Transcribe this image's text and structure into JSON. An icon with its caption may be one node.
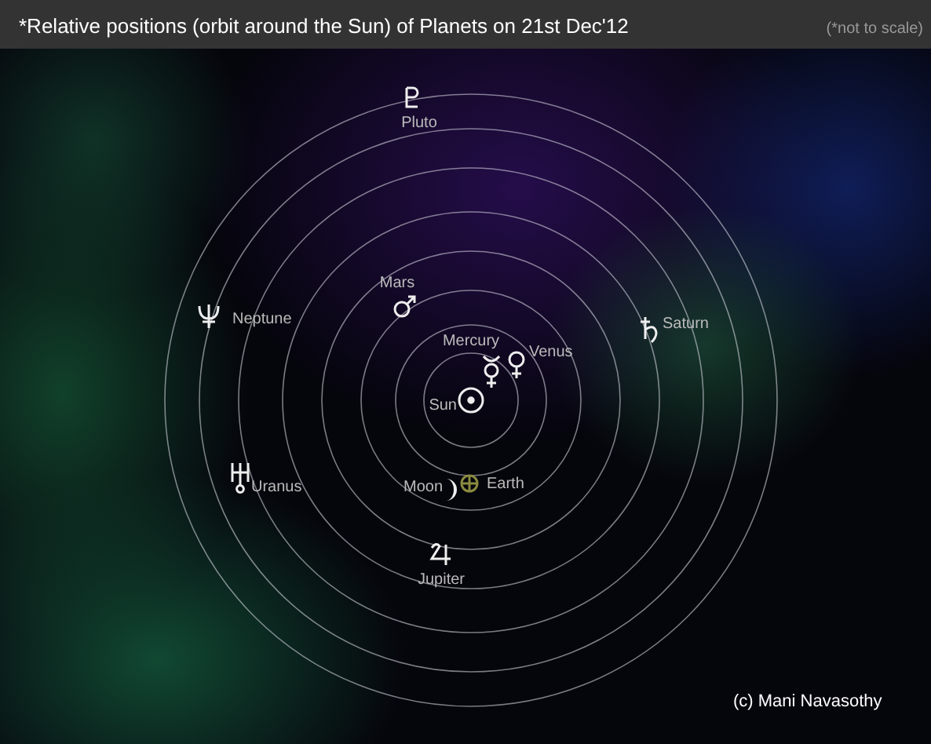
{
  "diagram": {
    "title": "*Relative positions (orbit around the Sun) of Planets on 21st Dec'12",
    "labels": [
      "(*not to scale)",
      "Pluto",
      "Mars",
      "Neptune",
      "Saturn",
      "Mercury",
      "Venus",
      "Sun",
      "Uranus",
      "Moon",
      "Earth",
      "Jupiter",
      "(c) Mani Navasothy"
    ]
  }
}
